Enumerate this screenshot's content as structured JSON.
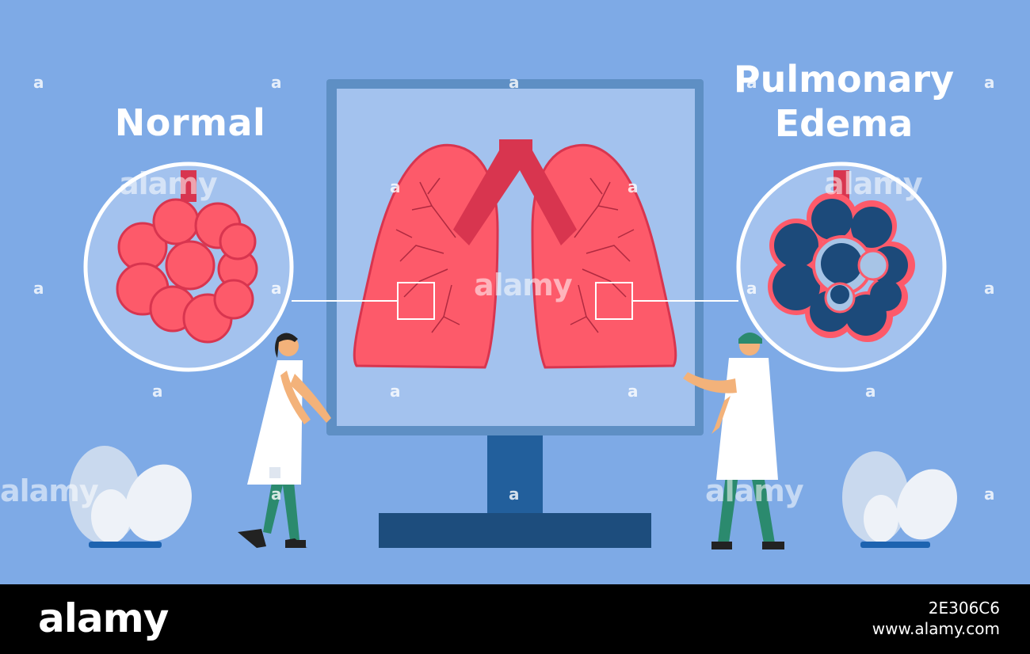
{
  "labels": {
    "normal": "Normal",
    "edema_line1": "Pulmonary",
    "edema_line2": "Edema"
  },
  "watermark": {
    "brand": "alamy",
    "small_mark": "a"
  },
  "footer": {
    "logo": "alamy",
    "image_id": "2E306C6",
    "url": "www.alamy.com"
  },
  "colors": {
    "background": "#7eaae6",
    "lung": "#fd5a6a",
    "lung_outline": "#d8354f",
    "monitor_frame": "#5e8fc4",
    "monitor_screen": "#a3c2ee",
    "edema_fluid": "#1c4a7a"
  }
}
